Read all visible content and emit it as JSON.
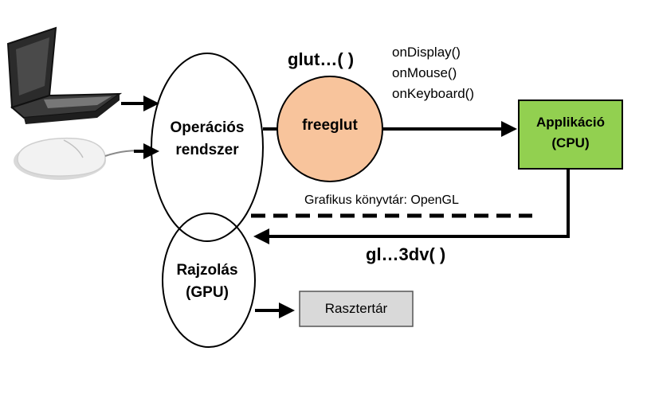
{
  "nodes": {
    "os": {
      "line1": "Operációs",
      "line2": "rendszer"
    },
    "gpu": {
      "line1": "Rajzolás",
      "line2": "(GPU)"
    },
    "freeglut": {
      "label": "freeglut",
      "fill": "#f8c49c"
    },
    "app": {
      "line1": "Applikáció",
      "line2": "(CPU)",
      "fill": "#92d050"
    },
    "raster": {
      "label": "Rasztertár",
      "fill": "#d9d9d9"
    }
  },
  "labels": {
    "glut": "glut…( )",
    "callbacks": [
      "onDisplay()",
      "onMouse()",
      "onKeyboard()"
    ],
    "graphics_library": "Grafikus könyvtár: OpenGL",
    "gl_calls": "gl…3dv( )"
  },
  "icons": {
    "laptop": "laptop-icon",
    "mouse": "mouse-icon"
  }
}
